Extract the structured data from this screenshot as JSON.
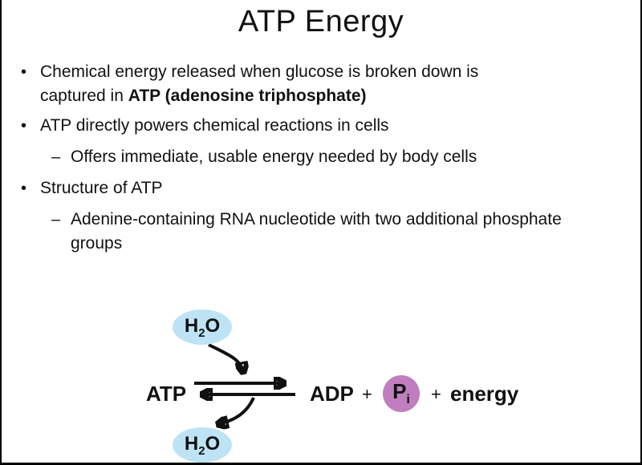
{
  "slide": {
    "title": "ATP Energy",
    "bullets": [
      {
        "marker": "•",
        "runs": [
          {
            "text": "Chemical energy released when glucose is broken down is captured in "
          },
          {
            "text": "ATP (adenosine triphosphate)",
            "bold": true
          }
        ]
      },
      {
        "marker": "•",
        "runs": [
          {
            "text": "ATP directly powers chemical reactions in cells"
          }
        ]
      },
      {
        "marker": "–",
        "runs": [
          {
            "text": "Offers immediate, usable energy needed by body cells"
          }
        ]
      },
      {
        "marker": "•",
        "runs": [
          {
            "text": "Structure of ATP"
          }
        ]
      },
      {
        "marker": "–",
        "runs": [
          {
            "text": "Adenine-containing RNA nucleotide with two additional phosphate groups"
          }
        ]
      }
    ]
  },
  "diagram": {
    "water_top": {
      "base": "H",
      "sub": "2",
      "tail": "O"
    },
    "water_bottom": {
      "base": "H",
      "sub": "2",
      "tail": "O"
    },
    "atp": "ATP",
    "adp": "ADP",
    "plus_1": "+",
    "pi": {
      "base": "P",
      "sub": "i"
    },
    "plus_2": "+",
    "energy": "energy",
    "colors": {
      "water_fill": "#BDE3F4",
      "pi_fill": "#C07EBE"
    }
  }
}
